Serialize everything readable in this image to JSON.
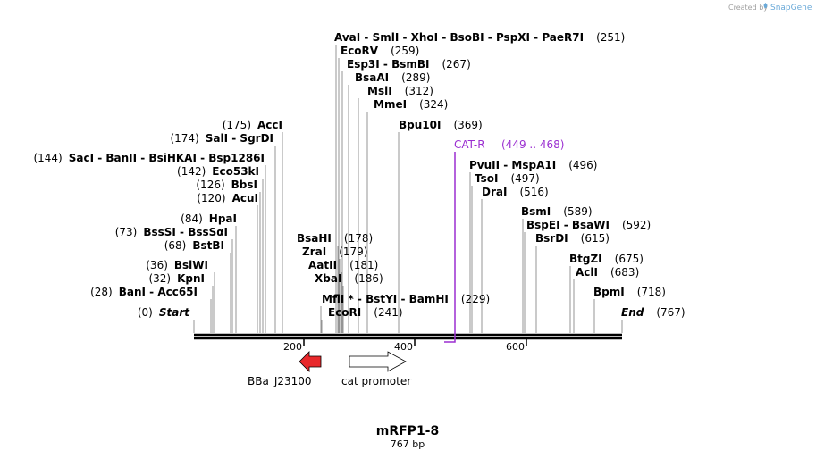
{
  "credit": {
    "created_by": "Created by",
    "brand": "SnapGene"
  },
  "plasmid": {
    "name": "mRFP1-8",
    "size": "767 bp"
  },
  "sites": [
    {
      "names": [
        "AvaI",
        "SmlI",
        "XhoI",
        "BsoBI",
        "PspXI",
        "PaeR7I"
      ],
      "pos": "(251)",
      "side": "right",
      "bp": 251
    },
    {
      "names": [
        "EcoRV"
      ],
      "pos": "(259)",
      "side": "right",
      "bp": 259
    },
    {
      "names": [
        "Esp3I",
        "BsmBI"
      ],
      "pos": "(267)",
      "side": "right",
      "bp": 267
    },
    {
      "names": [
        "BsaAI"
      ],
      "pos": "(289)",
      "side": "right",
      "bp": 289
    },
    {
      "names": [
        "MslI"
      ],
      "pos": "(312)",
      "side": "right",
      "bp": 312
    },
    {
      "names": [
        "MmeI"
      ],
      "pos": "(324)",
      "side": "right",
      "bp": 324
    },
    {
      "names": [
        "Bpu10I"
      ],
      "pos": "(369)",
      "side": "right",
      "bp": 369
    },
    {
      "names": [
        "AccI"
      ],
      "pos": "(175)",
      "side": "left",
      "bp": 175
    },
    {
      "names": [
        "SalI",
        "SgrDI"
      ],
      "pos": "(174)",
      "side": "left",
      "bp": 174
    },
    {
      "names": [
        "SacI",
        "BanII",
        "BsiHKAI",
        "Bsp1286I"
      ],
      "pos": "(144)",
      "side": "left",
      "bp": 144
    },
    {
      "names": [
        "Eco53kI"
      ],
      "pos": "(142)",
      "side": "left",
      "bp": 142
    },
    {
      "names": [
        "BbsI"
      ],
      "pos": "(126)",
      "side": "left",
      "bp": 126
    },
    {
      "names": [
        "AcuI"
      ],
      "pos": "(120)",
      "side": "left",
      "bp": 120
    },
    {
      "names": [
        "HpaI"
      ],
      "pos": "(84)",
      "side": "left",
      "bp": 84
    },
    {
      "names": [
        "BssSI",
        "BssSαI"
      ],
      "pos": "(73)",
      "side": "left",
      "bp": 73
    },
    {
      "names": [
        "BstBI"
      ],
      "pos": "(68)",
      "side": "left",
      "bp": 68
    },
    {
      "names": [
        "BsiWI"
      ],
      "pos": "(36)",
      "side": "left",
      "bp": 36
    },
    {
      "names": [
        "KpnI"
      ],
      "pos": "(32)",
      "side": "left",
      "bp": 32
    },
    {
      "names": [
        "BanI",
        "Acc65I"
      ],
      "pos": "(28)",
      "side": "left",
      "bp": 28
    },
    {
      "names": [
        "Start"
      ],
      "pos": "(0)",
      "side": "left",
      "bp": 0,
      "italic": true
    },
    {
      "names": [
        "BsaHI"
      ],
      "pos": "(178)",
      "side": "right",
      "bp": 178
    },
    {
      "names": [
        "ZraI"
      ],
      "pos": "(179)",
      "side": "right",
      "bp": 179
    },
    {
      "names": [
        "AatII"
      ],
      "pos": "(181)",
      "side": "right",
      "bp": 181
    },
    {
      "names": [
        "XbaI"
      ],
      "pos": "(186)",
      "side": "right",
      "bp": 186
    },
    {
      "names": [
        "MflI *",
        "BstYI",
        "BamHI"
      ],
      "pos": "(229)",
      "side": "right",
      "bp": 229
    },
    {
      "names": [
        "EcoRI"
      ],
      "pos": "(241)",
      "side": "right",
      "bp": 241
    },
    {
      "names": [
        "PvuII",
        "MspA1I"
      ],
      "pos": "(496)",
      "side": "right",
      "bp": 496
    },
    {
      "names": [
        "TsoI"
      ],
      "pos": "(497)",
      "side": "right",
      "bp": 497
    },
    {
      "names": [
        "DraI"
      ],
      "pos": "(516)",
      "side": "right",
      "bp": 516
    },
    {
      "names": [
        "BsmI"
      ],
      "pos": "(589)",
      "side": "right",
      "bp": 589
    },
    {
      "names": [
        "BspEI",
        "BsaWI"
      ],
      "pos": "(592)",
      "side": "right",
      "bp": 592
    },
    {
      "names": [
        "BsrDI"
      ],
      "pos": "(615)",
      "side": "right",
      "bp": 615
    },
    {
      "names": [
        "BtgZI"
      ],
      "pos": "(675)",
      "side": "right",
      "bp": 675
    },
    {
      "names": [
        "AclI"
      ],
      "pos": "(683)",
      "side": "right",
      "bp": 683
    },
    {
      "names": [
        "BpmI"
      ],
      "pos": "(718)",
      "side": "right",
      "bp": 718
    },
    {
      "names": [
        "End"
      ],
      "pos": "(767)",
      "side": "right",
      "bp": 767,
      "italic": true
    }
  ],
  "primer": {
    "name": "CAT-R",
    "range": "(449 .. 468)",
    "color": "#9b2fd1"
  },
  "ticks": [
    "200",
    "400",
    "600"
  ],
  "features": [
    {
      "name": "BBa_J23100",
      "direction": "left",
      "color": "#e8282b"
    },
    {
      "name": "cat promoter",
      "direction": "right",
      "color": "#ffffff"
    }
  ]
}
